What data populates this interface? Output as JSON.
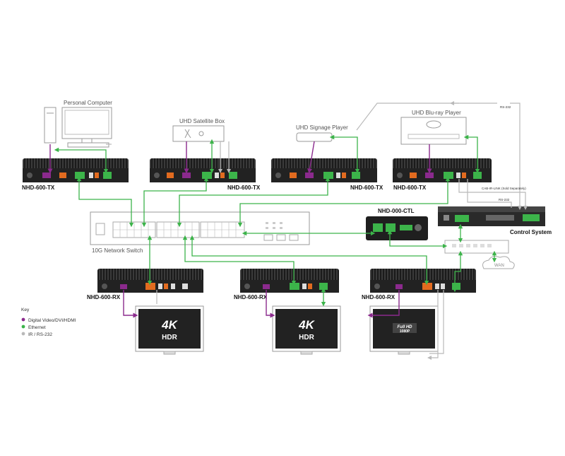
{
  "devices": {
    "pc_label": "Personal Computer",
    "satellite_label": "UHD Satellite Box",
    "signage_label": "UHD Signage Player",
    "bluray_label": "UHD Blu-ray Player",
    "tx1_label": "NHD-600-TX",
    "tx2_label": "NHD-600-TX",
    "tx3_label": "NHD-600-TX",
    "tx4_label": "NHD-600-TX",
    "switch_label": "10G Network Switch",
    "ctl_label": "NHD-000-CTL",
    "control_label": "Control System",
    "rx1_label": "NHD-600-RX",
    "rx2_label": "NHD-600-RX",
    "rx3_label": "NHD-600-RX",
    "wan_label": "WAN",
    "rs232_top": "RS-232",
    "rs232_side": "RS-232",
    "cab_label": "CAB-IR-LINK (Sold Separately)"
  },
  "screens": {
    "s1_top": "4K",
    "s1_bottom": "HDR",
    "s2_top": "4K",
    "s2_bottom": "HDR",
    "s3_top": "Full HD",
    "s3_bottom": "1080P"
  },
  "key": {
    "title": "Key",
    "items": [
      {
        "label": "Digital Video/DVI/HDMI",
        "color": "#8b2a8d"
      },
      {
        "label": "Ethernet",
        "color": "#3cb44a"
      },
      {
        "label": "IR / RS-232",
        "color": "#b9b9b9"
      }
    ]
  },
  "colors": {
    "video": "#8b2a8d",
    "ethernet": "#3cb44a",
    "ir_rs232": "#b9b9b9"
  }
}
